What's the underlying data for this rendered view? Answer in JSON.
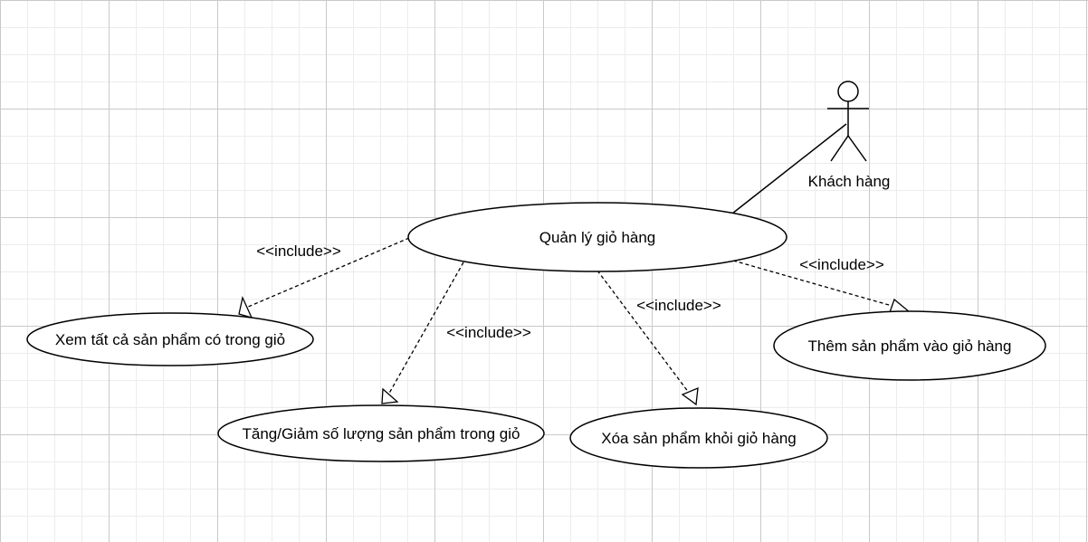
{
  "diagram": {
    "type": "use-case",
    "actor": {
      "label": "Khách hàng"
    },
    "use_cases": {
      "main": "Quản lý giỏ hàng",
      "view_all": "Xem tất cả sản phẩm có trong giỏ",
      "adjust_quantity": "Tăng/Giảm số lượng sản phẩm trong giỏ",
      "remove_item": "Xóa sản phẩm khỏi giỏ hàng",
      "add_item": "Thêm sản phẩm vào giỏ hàng"
    },
    "relationships": {
      "include_view_all": "<<include>>",
      "include_adjust_quantity": "<<include>>",
      "include_remove_item": "<<include>>",
      "include_add_item": "<<include>>"
    },
    "colors": {
      "stroke": "#000000",
      "fill": "#ffffff",
      "grid": "#c9c9c9"
    }
  }
}
